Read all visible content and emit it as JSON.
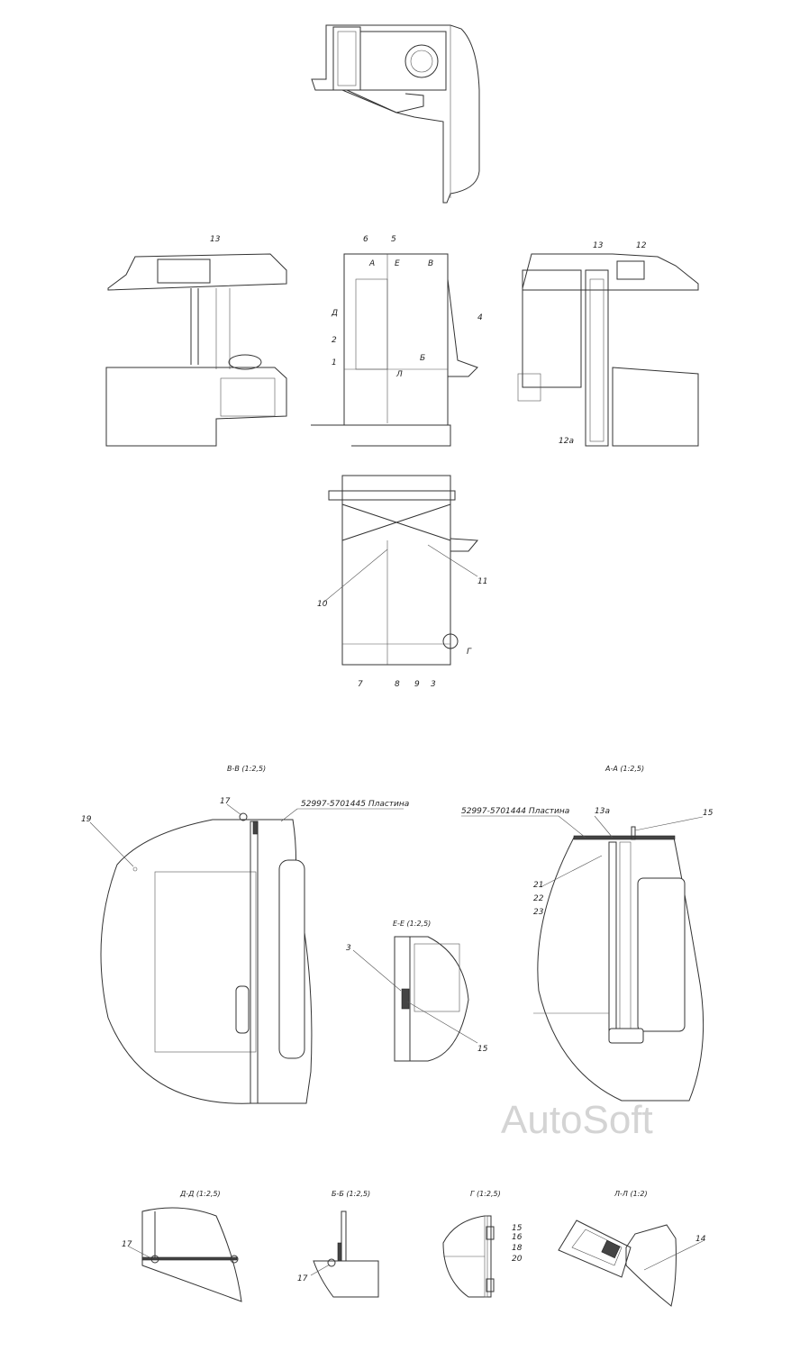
{
  "titles": {
    "vv": "В-В (1:2,5)",
    "aa": "А-А (1:2,5)",
    "ee": "Е-Е (1:2,5)",
    "dd": "Д-Д (1:2,5)",
    "bb": "Б-Б (1:2,5)",
    "g": "Г (1:2,5)",
    "ll": "Л-Л (1:2)"
  },
  "parts": {
    "plate_1445": "52997-5701445 Пластина",
    "plate_1444": "52997-5701444 Пластина"
  },
  "callouts": {
    "c1": "1",
    "c2": "2",
    "c3": "3",
    "c4": "4",
    "c5": "5",
    "c6": "6",
    "c7": "7",
    "c8": "8",
    "c9": "9",
    "c10": "10",
    "c11": "11",
    "c12": "12",
    "c12a": "12а",
    "c13": "13",
    "c13a": "13а",
    "c14": "14",
    "c15": "15",
    "c16": "16",
    "c17": "17",
    "c18": "18",
    "c19": "19",
    "c20": "20",
    "c21": "21",
    "c22": "22",
    "c23": "23",
    "cG": "Г"
  },
  "section_marks": {
    "A": "А",
    "B": "Б",
    "V": "В",
    "D": "Д",
    "E": "Е",
    "L": "Л"
  },
  "watermark": "AutoSoft"
}
